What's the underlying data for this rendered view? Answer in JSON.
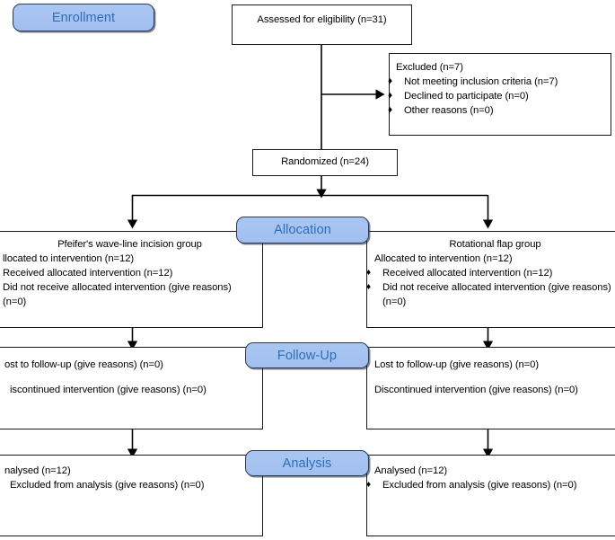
{
  "diagram": {
    "title": "CONSORT participant flow diagram",
    "colors": {
      "badge_fill": "#a9c6f2",
      "badge_border": "#2b3a55",
      "badge_text": "#2d6fb5",
      "box_border": "#1a1a1a",
      "box_fill": "#ffffff",
      "connector": "#000000"
    }
  },
  "badges": {
    "enrollment": "Enrollment",
    "allocation": "Allocation",
    "followup": "Follow-Up",
    "analysis": "Analysis"
  },
  "enrollment": {
    "assessed": "Assessed for eligibility (n=31)",
    "excluded": {
      "heading": "Excluded (n=7)",
      "items": [
        "Not meeting inclusion criteria (n=7)",
        "Declined to participate (n=0)",
        "Other reasons (n=0)"
      ]
    },
    "randomized": "Randomized (n=24)"
  },
  "allocation": {
    "left": {
      "group_title": "Pfeifer's wave-line incision group",
      "allocated": "llocated to intervention (n=12)",
      "items": [
        "Received allocated intervention (n=12)",
        "Did not receive allocated intervention (give reasons) (n=0)"
      ]
    },
    "right": {
      "group_title": "Rotational flap group",
      "allocated": "Allocated to intervention (n=12)",
      "items": [
        "Received allocated intervention (n=12)",
        "Did not receive allocated intervention (give reasons) (n=0)"
      ]
    }
  },
  "followup": {
    "left": {
      "lines": [
        "ost to follow-up (give reasons) (n=0)",
        "iscontinued intervention (give reasons) (n=0)"
      ]
    },
    "right": {
      "lines": [
        "Lost to follow-up (give reasons) (n=0)",
        "Discontinued intervention (give reasons) (n=0)"
      ]
    }
  },
  "analysis": {
    "left": {
      "analysed": "nalysed (n=12)",
      "items": [
        "Excluded from analysis (give reasons) (n=0)"
      ]
    },
    "right": {
      "analysed": "Analysed (n=12)",
      "items": [
        "Excluded from analysis (give reasons) (n=0)"
      ]
    }
  },
  "bullet_glyph": "♦"
}
